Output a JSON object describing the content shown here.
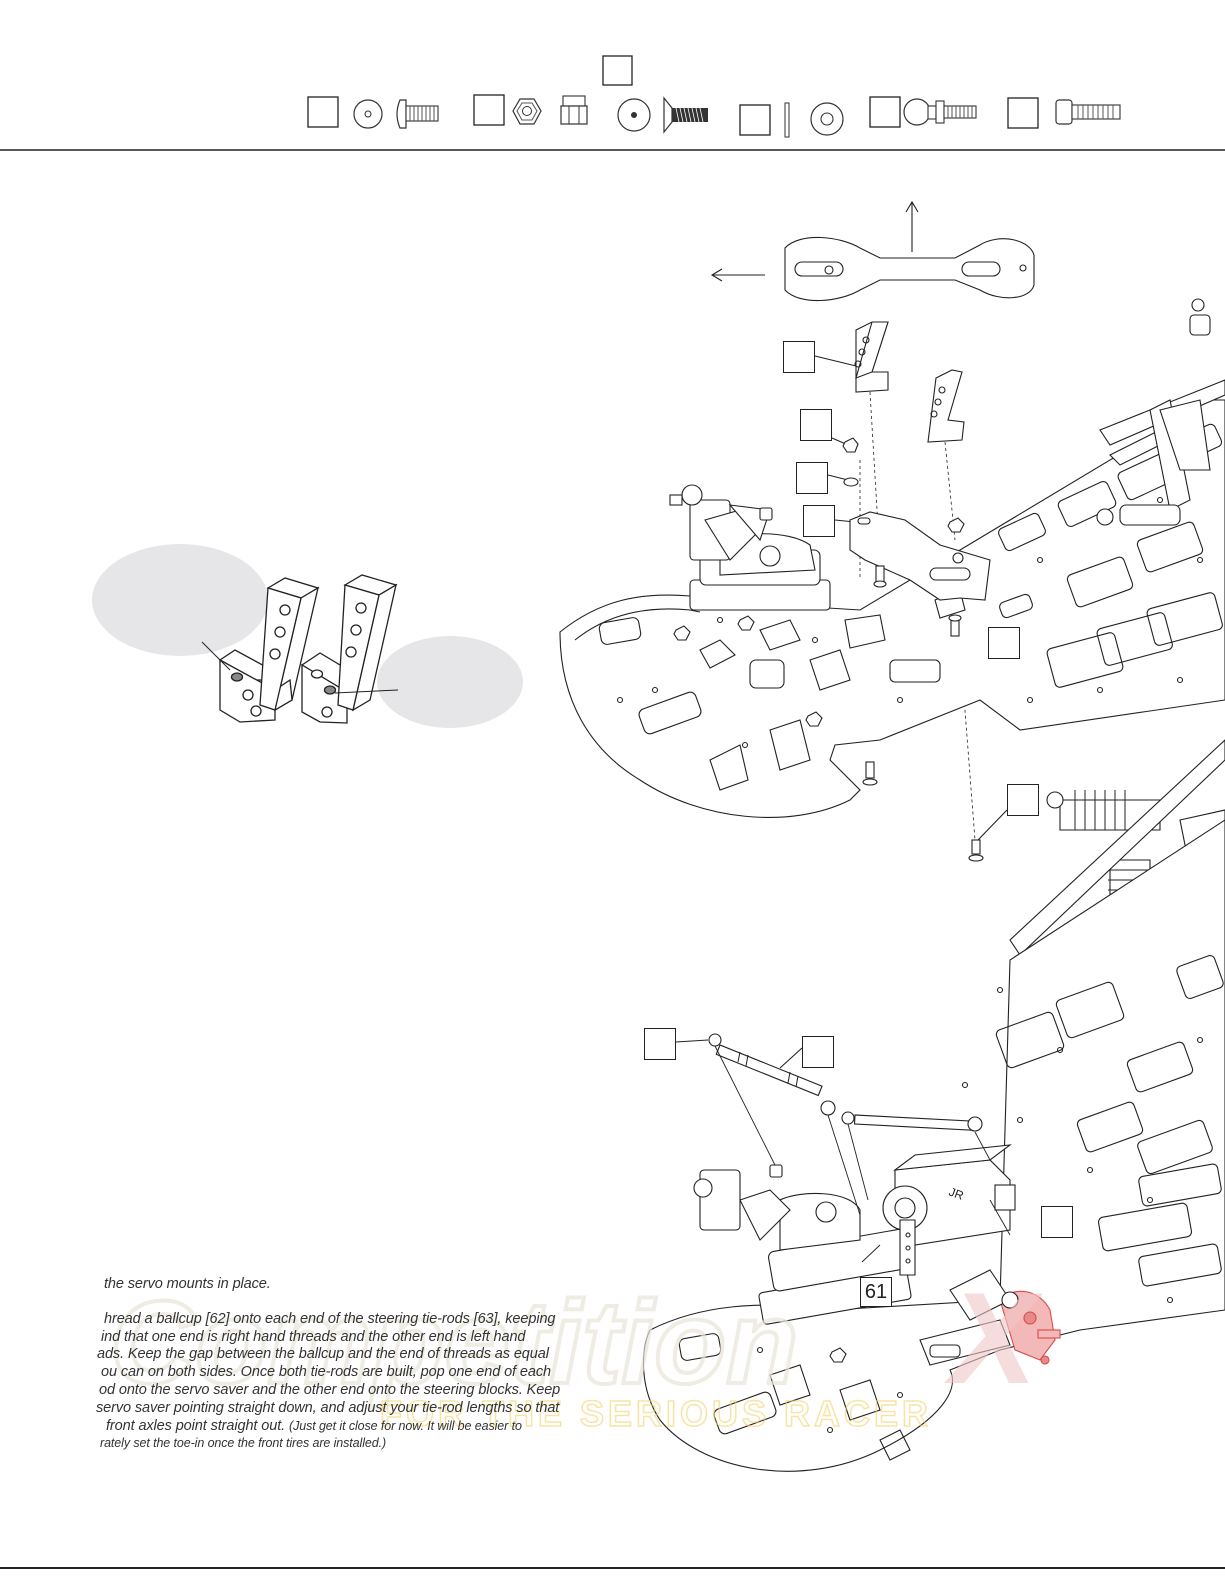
{
  "parts_bar": {
    "items": [
      {
        "kind": "button-head-screw-with-washer"
      },
      {
        "kind": "nut"
      },
      {
        "kind": "countersunk-screw-with-washer"
      },
      {
        "kind": "pin-and-washer"
      },
      {
        "kind": "ball-stud"
      },
      {
        "kind": "cap-screw"
      }
    ]
  },
  "callouts": {
    "servo_output_label": "61"
  },
  "instructions": {
    "line1": "the servo mounts in place.",
    "line2": "hread a ballcup [62] onto each end of the steering tie-rods [63], keeping",
    "line3": "ind that one end is right hand threads and the other end is left hand",
    "line4": "ads. Keep the gap between the ballcup and the end of threads as equal",
    "line5": "ou can on both sides. Once both tie-rods are built, pop one end of each",
    "line6": "od onto the servo saver and the other end onto the steering blocks. Keep",
    "line7": "servo saver pointing straight down, and adjust your tie-rod lengths so that",
    "line8a": "front axles point straight out.",
    "line8b": "(Just get it close for now. It will be easier to",
    "line9": "rately set the toe-in once the front tires are installed.)"
  },
  "colors": {
    "line": "#222222",
    "bubble": "#e6e6e8",
    "highlight_red": "#d94a4a",
    "watermark": "#f2d36b"
  },
  "icons": [
    "washer-icon",
    "button-head-screw-icon",
    "hex-nut-icon",
    "flange-nut-icon",
    "countersunk-screw-icon",
    "pin-icon",
    "ball-stud-icon",
    "cap-screw-icon",
    "arrow-up-icon",
    "arrow-left-icon"
  ]
}
